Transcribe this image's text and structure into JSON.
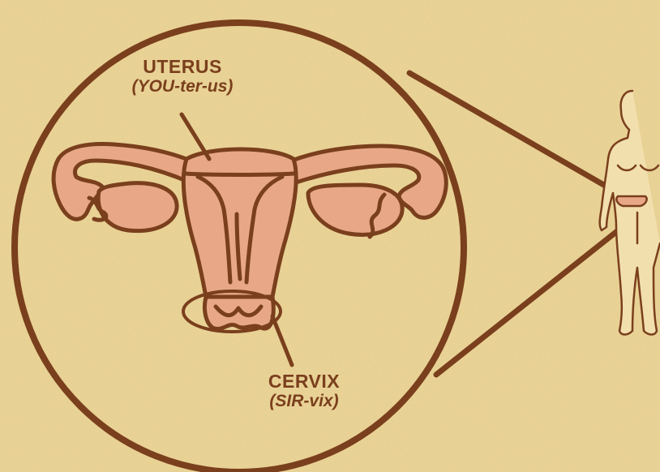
{
  "labels": {
    "uterus": {
      "term": "UTERUS",
      "pronunciation": "(YOU-ter-us)"
    },
    "cervix": {
      "term": "CERVIX",
      "pronunciation": "(SIR-vix)"
    }
  },
  "colors": {
    "background": "#ecd597",
    "outline": "#7a3f1d",
    "organ_fill": "#e8a888",
    "figure_fill": "#f2dfae"
  }
}
